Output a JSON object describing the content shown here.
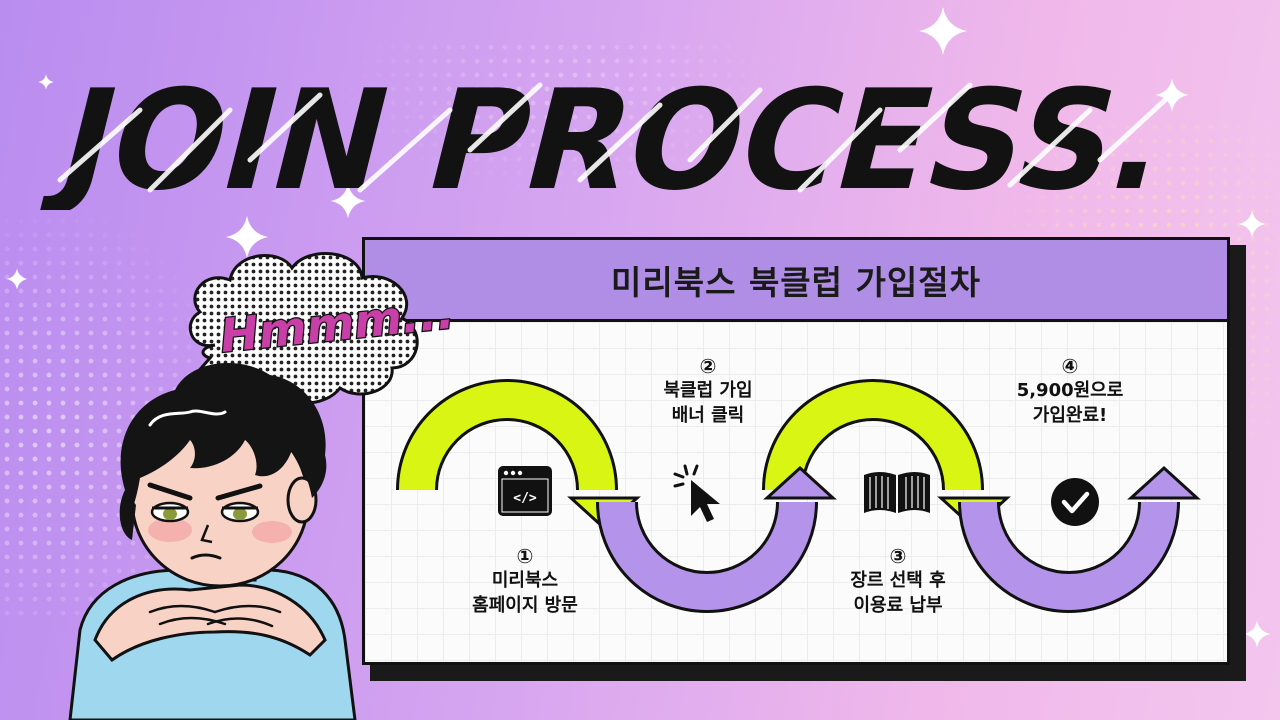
{
  "title": "JOIN PROCESS.",
  "speech_bubble": "Hmmm...",
  "card": {
    "title": "미리북스 북클럽 가입절차"
  },
  "steps": [
    {
      "number": "①",
      "line1": "미리북스",
      "line2": "홈페이지 방문",
      "icon": "browser-code-icon"
    },
    {
      "number": "②",
      "line1": "북클럽 가입",
      "line2": "배너 클릭",
      "icon": "cursor-click-icon"
    },
    {
      "number": "③",
      "line1": "장르 선택 후",
      "line2": "이용료 납부",
      "icon": "open-book-icon"
    },
    {
      "number": "④",
      "line1": "5,900원으로",
      "line2": "가입완료!",
      "icon": "check-circle-icon"
    }
  ],
  "colors": {
    "lime": "#d8f514",
    "purple": "#b493ea",
    "header": "#b08ee6",
    "speech_text": "#c83fa8",
    "title": "#111111"
  }
}
